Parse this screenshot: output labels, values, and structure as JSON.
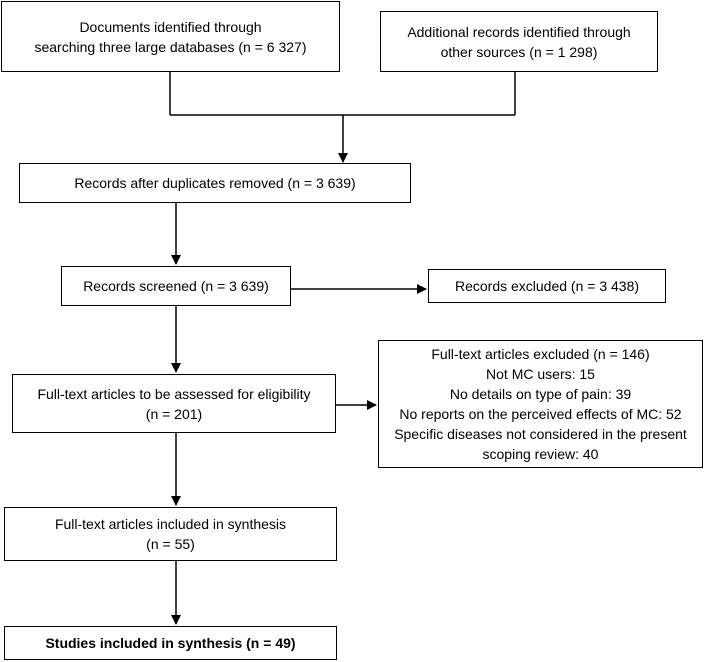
{
  "boxes": {
    "db_search": {
      "line1": "Documents identified through",
      "line2": "searching three large databases (n = 6 327)"
    },
    "other_sources": {
      "line1": "Additional records identified through",
      "line2": "other sources (n = 1 298)"
    },
    "after_duplicates": {
      "text": "Records after duplicates removed (n = 3 639)"
    },
    "screened": {
      "text": "Records screened (n = 3 639)"
    },
    "excluded": {
      "text": "Records excluded (n = 3 438)"
    },
    "assessed": {
      "line1": "Full-text articles to be assessed for eligibility",
      "line2": "(n = 201)"
    },
    "fulltext_excluded": {
      "line1": "Full-text articles excluded (n = 146)",
      "line2": "Not MC users: 15",
      "line3": "No details on type of pain: 39",
      "line4": "No reports on the perceived effects of MC: 52",
      "line5": "Specific diseases not considered in the present",
      "line6": "scoping review: 40"
    },
    "included_synthesis": {
      "line1": "Full-text articles included in synthesis",
      "line2": "(n = 55)"
    },
    "studies_included": {
      "text": "Studies included in synthesis (n = 49)"
    }
  }
}
